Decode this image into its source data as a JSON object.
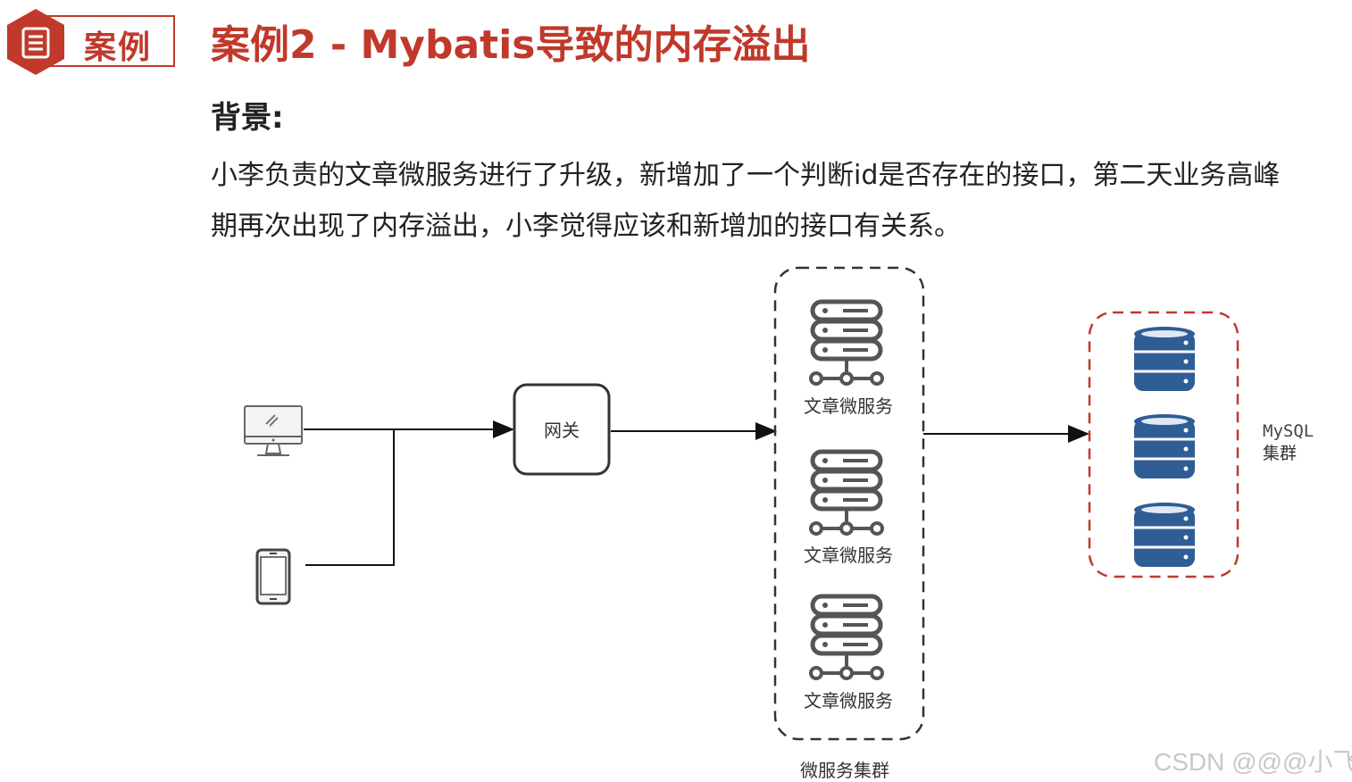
{
  "badge": {
    "label": "案例",
    "icon": "document-icon",
    "color": "#c0392b"
  },
  "title": "案例2 - Mybatis导致的内存溢出",
  "background_heading": "背景:",
  "paragraph": {
    "line1": "小李负责的文章微服务进行了升级，新增加了一个判断id是否存在的接口，第二天业务高峰",
    "line2": "期再次出现了内存溢出，小李觉得应该和新增加的接口有关系。"
  },
  "diagram": {
    "clients": [
      {
        "icon": "desktop-computer-icon"
      },
      {
        "icon": "mobile-phone-icon"
      }
    ],
    "gateway": {
      "label": "网关"
    },
    "services": [
      {
        "label": "文章微服务",
        "icon": "server-icon"
      },
      {
        "label": "文章微服务",
        "icon": "server-icon"
      },
      {
        "label": "文章微服务",
        "icon": "server-icon"
      }
    ],
    "service_cluster_label": "微服务集群",
    "mysql_cluster": {
      "line1": "MySQL",
      "line2": "集群",
      "icon": "database-icon",
      "border_color": "#c0392b"
    }
  },
  "watermark": "CSDN @@@小飞"
}
